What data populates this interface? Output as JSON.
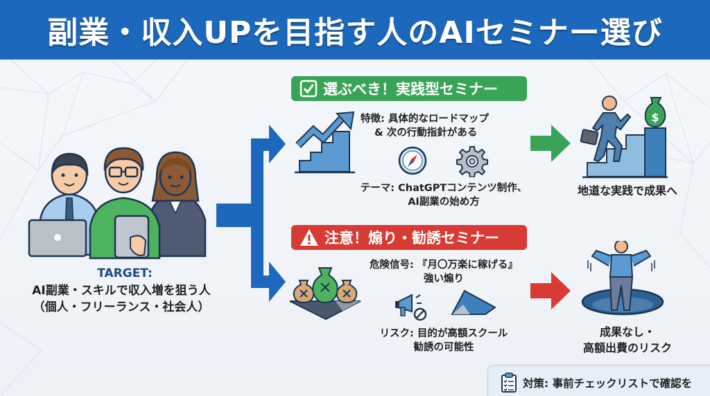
{
  "header": {
    "title": "副業・収入UPを目指す人のAIセミナー選び"
  },
  "target": {
    "label": "TARGET:",
    "line1": "AI副業・スキルで収入増を狙う人",
    "line2": "（個人・フリーランス・社会人）"
  },
  "good": {
    "banner": "選ぶべき！実践型セミナー",
    "icon": "checkbox-icon",
    "feature_line1": "特徴: 具体的なロードマップ",
    "feature_line2": "& 次の行動指針がある",
    "theme_line1": "テーマ: ChatGPTコンテンツ制作、",
    "theme_line2": "AI副業の始め方",
    "result": "地道な実践で成果へ",
    "color": "#3aa456"
  },
  "bad": {
    "banner": "注意！煽り・勧誘セミナー",
    "icon": "warning-icon",
    "signal_line1": "危険信号: 『月〇万楽に稼げる』",
    "signal_line2": "強い煽り",
    "risk_line1": "リスク: 目的が高額スクール",
    "risk_line2": "勧誘の可能性",
    "result_line1": "成果なし・",
    "result_line2": "高額出費のリスク",
    "color": "#d83a34"
  },
  "footer": {
    "text": "対策: 事前チェックリストで確認を",
    "icon": "clipboard-checklist-icon"
  },
  "colors": {
    "header": "#1c68bd",
    "accent_blue": "#1c68bd"
  }
}
